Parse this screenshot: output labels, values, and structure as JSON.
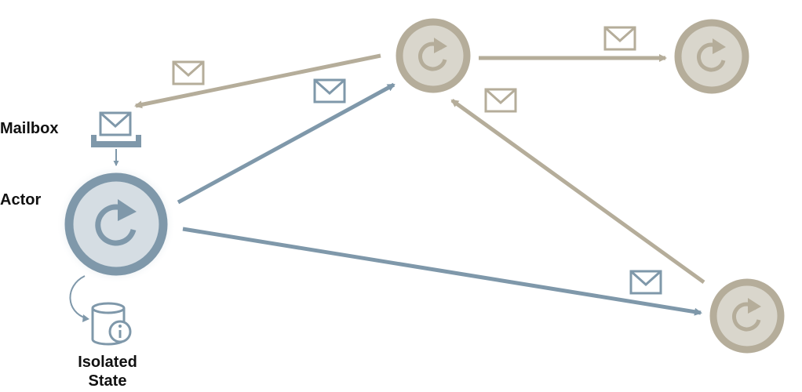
{
  "labels": {
    "mailbox": "Mailbox",
    "actor": "Actor",
    "isolated_state": "Isolated State"
  },
  "colors": {
    "blue": "#7f98aa",
    "blue_fill": "#d5dde3",
    "tan": "#b5ad9a",
    "tan_fill": "#d9d6cc",
    "background": "#ffffff"
  },
  "icons": {
    "actor": "refresh-icon",
    "message": "envelope-icon",
    "mailbox": "inbox-tray-icon",
    "state": "database-info-icon"
  }
}
